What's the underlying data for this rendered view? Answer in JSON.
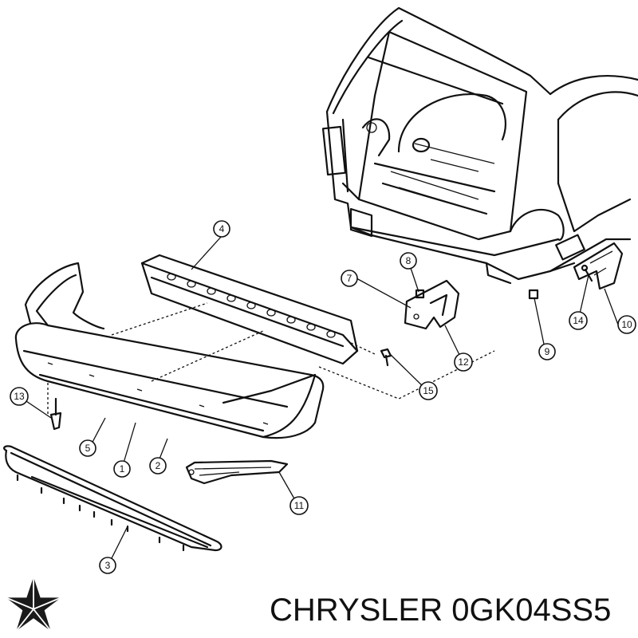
{
  "diagram": {
    "callouts": [
      {
        "id": "c1",
        "label": "1"
      },
      {
        "id": "c2",
        "label": "2"
      },
      {
        "id": "c3",
        "label": "3"
      },
      {
        "id": "c4",
        "label": "4"
      },
      {
        "id": "c5",
        "label": "5"
      },
      {
        "id": "c7",
        "label": "7"
      },
      {
        "id": "c8",
        "label": "8"
      },
      {
        "id": "c9",
        "label": "9"
      },
      {
        "id": "c10",
        "label": "10"
      },
      {
        "id": "c11",
        "label": "11"
      },
      {
        "id": "c12",
        "label": "12"
      },
      {
        "id": "c13",
        "label": "13"
      },
      {
        "id": "c14",
        "label": "14"
      },
      {
        "id": "c15",
        "label": "15"
      }
    ]
  },
  "footer": {
    "brand_logo": "chrysler-pentastar-icon",
    "part_text": "CHRYSLER 0GK04SS5"
  }
}
